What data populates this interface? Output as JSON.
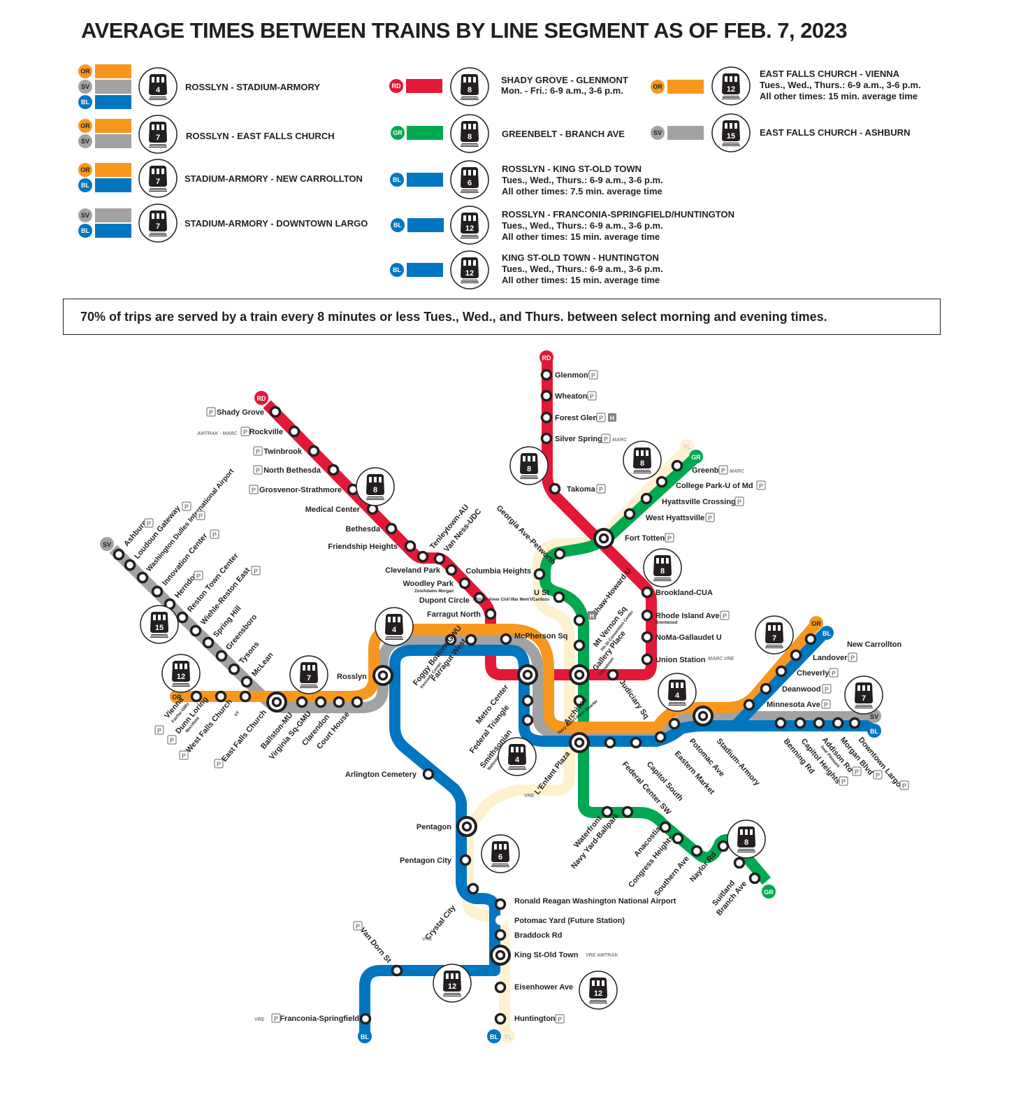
{
  "title": "AVERAGE TIMES BETWEEN TRAINS BY LINE SEGMENT AS OF FEB. 7, 2023",
  "colors": {
    "OR": "#f7971d",
    "SV": "#a1a2a1",
    "BL": "#0076c0",
    "RD": "#e31837",
    "GR": "#00a94f",
    "YL": "#fdf1d0",
    "text": "#231f20"
  },
  "legend": {
    "col1": [
      {
        "lines": [
          "OR",
          "SV",
          "BL"
        ],
        "minutes": "4",
        "segment": "ROSSLYN - STADIUM-ARMORY"
      },
      {
        "lines": [
          "OR",
          "SV"
        ],
        "minutes": "7",
        "segment": "ROSSLYN - EAST FALLS CHURCH"
      },
      {
        "lines": [
          "OR",
          "BL"
        ],
        "minutes": "7",
        "segment": "STADIUM-ARMORY - NEW CARROLLTON"
      },
      {
        "lines": [
          "SV",
          "BL"
        ],
        "minutes": "7",
        "segment": "STADIUM-ARMORY - DOWNTOWN LARGO"
      }
    ],
    "col2": [
      {
        "lines": [
          "RD"
        ],
        "minutes": "8",
        "segment": "SHADY GROVE - GLENMONT",
        "detail1": "Mon. - Fri.: 6-9 a.m., 3-6 p.m.",
        "detail2": ""
      },
      {
        "lines": [
          "GR"
        ],
        "minutes": "8",
        "segment": "GREENBELT - BRANCH AVE",
        "detail1": "",
        "detail2": ""
      },
      {
        "lines": [
          "BL"
        ],
        "minutes": "6",
        "segment": "ROSSLYN - KING ST-OLD TOWN",
        "detail1": "Tues., Wed., Thurs.: 6-9 a.m., 3-6 p.m.",
        "detail2": "All other times: 7.5 min. average time"
      },
      {
        "lines": [
          "BL"
        ],
        "minutes": "12",
        "segment": "ROSSLYN - FRANCONIA-SPRINGFIELD/HUNTINGTON",
        "detail1": "Tues., Wed., Thurs.: 6-9 a.m., 3-6 p.m.",
        "detail2": "All other times: 15 min. average time"
      },
      {
        "lines": [
          "BL"
        ],
        "minutes": "12",
        "segment": "KING ST-OLD TOWN - HUNTINGTON",
        "detail1": "Tues., Wed., Thurs.: 6-9 a.m., 3-6 p.m.",
        "detail2": "All other times: 15 min. average time"
      }
    ],
    "col3": [
      {
        "lines": [
          "OR"
        ],
        "minutes": "12",
        "segment": "EAST FALLS CHURCH - VIENNA",
        "detail1": "Tues., Wed., Thurs.: 6-9 a.m., 3-6 p.m.",
        "detail2": "All other times: 15 min. average time"
      },
      {
        "lines": [
          "SV"
        ],
        "minutes": "15",
        "segment": "EAST FALLS CHURCH - ASHBURN",
        "detail1": "",
        "detail2": ""
      }
    ]
  },
  "note": "70% of trips are served by a train every 8 minutes or less Tues., Wed., and Thurs. between select morning and evening times.",
  "map": {
    "line_badges": {
      "RD": "RD",
      "OR": "OR",
      "SV": "SV",
      "BL": "BL",
      "GR": "GR",
      "YL": "YL"
    },
    "headway_icons": [
      "8",
      "8",
      "8",
      "8",
      "4",
      "4",
      "4",
      "7",
      "7",
      "7",
      "12",
      "15",
      "6",
      "12",
      "12",
      "8"
    ],
    "stations": {
      "red_west": [
        "Shady Grove",
        "Rockville",
        "Twinbrook",
        "North Bethesda",
        "Grosvenor-Strathmore",
        "Medical Center",
        "Bethesda",
        "Friendship Heights",
        "Tenleytown-AU",
        "Van Ness-UDC",
        "Cleveland Park",
        "Woodley Park",
        "Dupont Circle",
        "Farragut North"
      ],
      "red_east": [
        "Glenmont",
        "Wheaton",
        "Forest Glen",
        "Silver Spring",
        "Takoma",
        "Fort Totten",
        "Brookland-CUA",
        "Rhode Island Ave",
        "NoMa-Gallaudet U",
        "Union Station",
        "Judiciary Sq",
        "Gallery Place",
        "Metro Center"
      ],
      "green_north": [
        "Greenbelt",
        "College Park-U of Md",
        "Hyattsville Crossing",
        "West Hyattsville",
        "Georgia Ave-Petworth",
        "Columbia Heights",
        "U St",
        "Shaw-Howard U",
        "Mt Vernon Sq",
        "Archives",
        "L'Enfant Plaza"
      ],
      "green_south": [
        "Waterfront",
        "Navy Yard-Ballpark",
        "Anacostia",
        "Congress Heights",
        "Southern Ave",
        "Naylor Rd",
        "Suitland",
        "Branch Ave"
      ],
      "silver_west": [
        "Ashburn",
        "Loudoun Gateway",
        "Washington Dulles International Airport",
        "Innovation Center",
        "Herndon",
        "Reston Town Center",
        "Wiehle-Reston East",
        "Spring Hill",
        "Greensboro",
        "Tysons",
        "McLean"
      ],
      "orange_west": [
        "Vienna",
        "Dunn Loring",
        "West Falls Church",
        "East Falls Church",
        "Ballston-MU",
        "Virginia Sq-GMU",
        "Clarendon",
        "Court House",
        "Rosslyn"
      ],
      "core": [
        "Foggy Bottom-GWU",
        "Farragut West",
        "McPherson Sq",
        "Federal Triangle",
        "Smithsonian",
        "Federal Center SW",
        "Capitol South",
        "Eastern Market",
        "Potomac Ave",
        "Stadium-Armory"
      ],
      "orange_east": [
        "Minnesota Ave",
        "Deanwood",
        "Cheverly",
        "Landover",
        "New Carrollton"
      ],
      "blue_east": [
        "Benning Rd",
        "Capitol Heights",
        "Addison Rd",
        "Morgan Blvd",
        "Downtown Largo"
      ],
      "blue_south": [
        "Arlington Cemetery",
        "Pentagon",
        "Pentagon City",
        "Crystal City",
        "Ronald Reagan Washington National Airport",
        "Potomac Yard (Future Station)",
        "Braddock Rd",
        "King St-Old Town",
        "Eisenhower Ave",
        "Huntington",
        "Van Dorn St",
        "Franconia-Springfield"
      ]
    },
    "sublabels": {
      "woodley_park": "Zoo/Adams Morgan",
      "u_st": "African-Amer Civil War Mem'l/Cardozo",
      "mt_vernon": "7th St-Convention Center",
      "gallery_place": "Chinatown",
      "rhode_island": "Brentwood",
      "archives": "Navy Mem'l-Penn Quarter",
      "smithsonian": "National Mall",
      "foggy_bottom": "Kennedy Center",
      "vienna": "Fairfax-GMU",
      "dunn_loring": "Merrifield",
      "west_falls_church": "VT",
      "addison_rd": "Seat Pleasant",
      "rosslyn_label": "Rosslyn"
    },
    "service_marks": {
      "parking": "P",
      "hospital": "H",
      "marc": "MARC",
      "vre": "VRE",
      "amtrak": "AMTRAK"
    }
  }
}
